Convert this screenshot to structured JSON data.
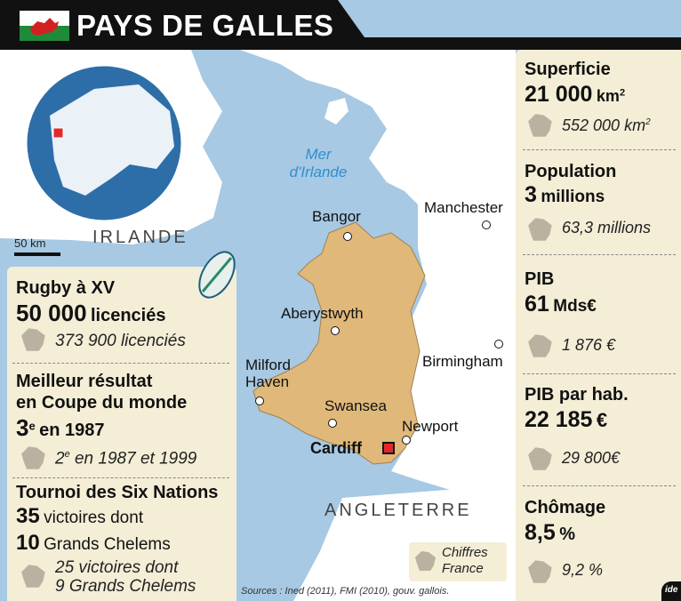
{
  "title": "PAYS DE GALLES",
  "colors": {
    "sea": "#a7c9e3",
    "land": "#ffffff",
    "wales": "#e0b97a",
    "panel": "#f4eed7",
    "title_bg": "#111111",
    "flag_red": "#d22020",
    "flag_green": "#1f8a3a",
    "france_shape": "#b9b2a0",
    "globe": "#2d6ea8"
  },
  "map": {
    "sea_label": "Mer\nd'Irlande",
    "regions": [
      "IRLANDE",
      "ANGLETERRE"
    ],
    "cities": {
      "bangor": "Bangor",
      "manchester": "Manchester",
      "aberystwyth": "Aberystwyth",
      "birmingham": "Birmingham",
      "milford": "Milford\nHaven",
      "swansea": "Swansea",
      "newport": "Newport",
      "cardiff": "Cardiff"
    },
    "scale_label": "50 km",
    "legend_label": "Chiffres\nFrance",
    "sources": "Sources : Ined (2011), FMI (2010), gouv. gallois."
  },
  "left_panel": {
    "rugby": {
      "title": "Rugby à XV",
      "value": "50 000",
      "unit": "licenciés",
      "france": "373 900 licenciés"
    },
    "best": {
      "title_line1": "Meilleur résultat",
      "title_line2": "en Coupe du monde",
      "value": "3",
      "sup": "e",
      "suffix": "en 1987",
      "france_value": "2",
      "france_sup": "e",
      "france_suffix": "en 1987 et 1999"
    },
    "six_nations": {
      "title": "Tournoi des Six Nations",
      "wins_value": "35",
      "wins_label": "victoires dont",
      "gs_value": "10",
      "gs_label": "Grands Chelems",
      "france_line1": "25 victoires dont",
      "france_line2": "9 Grands Chelems"
    }
  },
  "right_panel": {
    "area": {
      "label": "Superficie",
      "value": "21 000",
      "unit": "km",
      "unit_sup": "2",
      "france": "552 000 km",
      "france_sup": "2"
    },
    "population": {
      "label": "Population",
      "value": "3",
      "unit": "millions",
      "france": "63,3 millions"
    },
    "gdp": {
      "label": "PIB",
      "value": "61",
      "unit": "Mds€",
      "france": "1 876 €"
    },
    "gdp_per_capita": {
      "label": "PIB par hab.",
      "value": "22 185",
      "unit": "€",
      "france": "29 800€"
    },
    "unemployment": {
      "label": "Chômage",
      "value": "8,5",
      "unit": "%",
      "france": "9,2 %"
    }
  },
  "logo_text": "ide"
}
